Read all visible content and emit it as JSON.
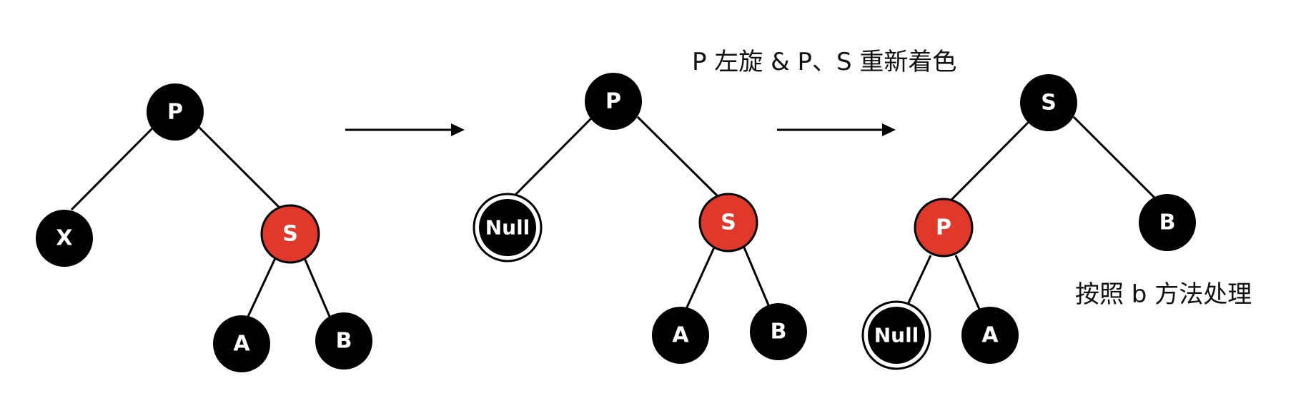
{
  "colors": {
    "black_node": "#000000",
    "red_node": "#e0392b",
    "edge": "#000000",
    "background": "#ffffff"
  },
  "captions": {
    "step1": "P 左旋 & P、S 重新着色",
    "step2": "按照 b 方法处理"
  },
  "trees": [
    {
      "name": "tree-before",
      "nodes": [
        {
          "id": "P",
          "label": "P",
          "color": "black"
        },
        {
          "id": "X",
          "label": "X",
          "color": "black"
        },
        {
          "id": "S",
          "label": "S",
          "color": "red"
        },
        {
          "id": "A",
          "label": "A",
          "color": "black"
        },
        {
          "id": "B",
          "label": "B",
          "color": "black"
        }
      ]
    },
    {
      "name": "tree-replaced",
      "nodes": [
        {
          "id": "P",
          "label": "P",
          "color": "black"
        },
        {
          "id": "Null",
          "label": "Null",
          "color": "black-double"
        },
        {
          "id": "S",
          "label": "S",
          "color": "red"
        },
        {
          "id": "A",
          "label": "A",
          "color": "black"
        },
        {
          "id": "B",
          "label": "B",
          "color": "black"
        }
      ]
    },
    {
      "name": "tree-rotated",
      "nodes": [
        {
          "id": "S",
          "label": "S",
          "color": "black"
        },
        {
          "id": "P",
          "label": "P",
          "color": "red"
        },
        {
          "id": "B",
          "label": "B",
          "color": "black"
        },
        {
          "id": "Null",
          "label": "Null",
          "color": "black-double"
        },
        {
          "id": "A",
          "label": "A",
          "color": "black"
        }
      ]
    }
  ]
}
